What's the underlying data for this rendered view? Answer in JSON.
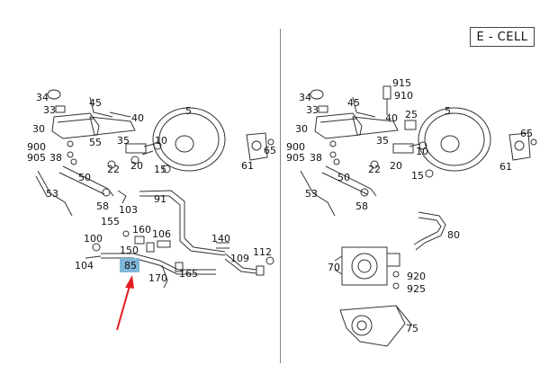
{
  "badge": "E - CELL",
  "left_labels": [
    "34",
    "33",
    "45",
    "40",
    "30",
    "55",
    "35",
    "10",
    "5",
    "65",
    "900",
    "905",
    "38",
    "22",
    "20",
    "61",
    "15",
    "50",
    "53",
    "91",
    "58",
    "103",
    "155",
    "160",
    "106",
    "100",
    "140",
    "150",
    "104",
    "109",
    "112",
    "85",
    "170",
    "165"
  ],
  "right_labels": [
    "34",
    "33",
    "45",
    "915",
    "910",
    "25",
    "5",
    "30",
    "40",
    "65",
    "35",
    "10",
    "900",
    "905",
    "38",
    "22",
    "20",
    "61",
    "15",
    "50",
    "53",
    "58",
    "80",
    "70",
    "920",
    "925",
    "75"
  ],
  "highlight_label": "85",
  "colors": {
    "highlight": "#7fb7d9",
    "arrow": "#e41d1d",
    "ink": "#333333"
  }
}
